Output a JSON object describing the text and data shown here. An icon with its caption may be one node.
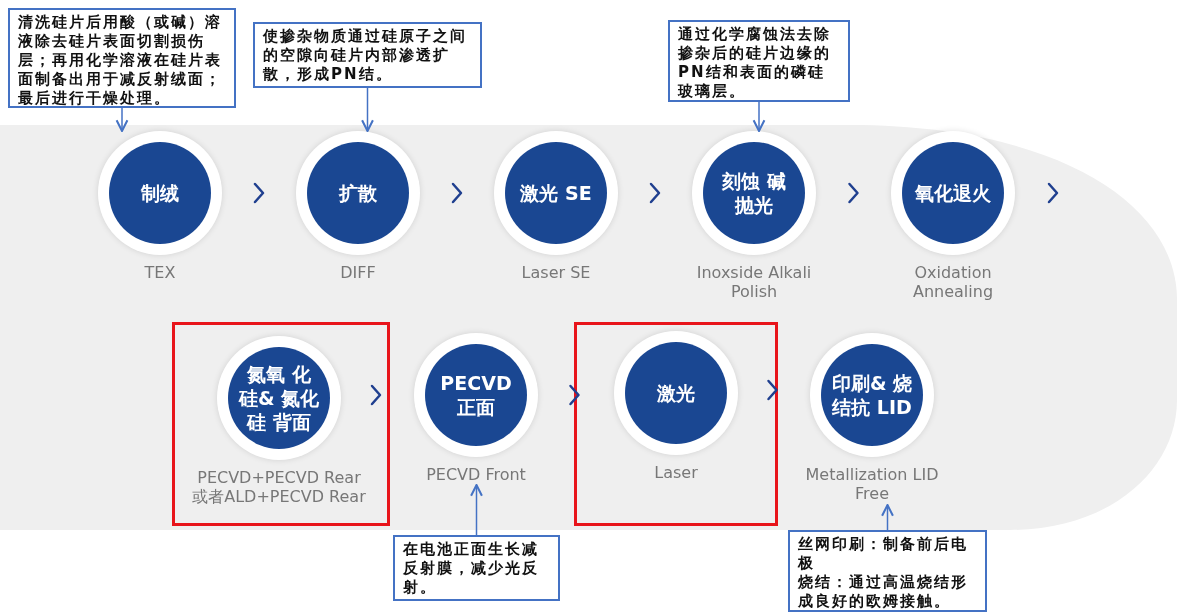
{
  "diagram": {
    "nodes": [
      {
        "text": [
          "清洗硅片后用酸（或碱）溶液除去硅片表面切割损伤层；再用化学溶液在硅片表面制备出用于减反射绒面；最后进行干燥处理。"
        ]
      },
      {
        "text": [
          "使掺杂物质通过硅原子之间的空隙向硅片内部渗透扩散，形成PN结。"
        ]
      },
      {
        "text": [
          "通过化学腐蚀法去除掺杂后的硅片边缘的PN结和表面的磷硅玻璃层。"
        ]
      },
      {
        "text": [
          "制绒"
        ],
        "beside": [
          "TEX"
        ]
      },
      {
        "text": [
          "扩散"
        ],
        "beside": [
          "DIFF"
        ]
      },
      {
        "text": [
          "激光 SE"
        ],
        "beside": [
          "Laser SE"
        ]
      },
      {
        "text": [
          "刻蚀 碱抛光"
        ],
        "beside": [
          "Inoxside Alkali Polish"
        ]
      },
      {
        "text": [
          "氧化退火"
        ],
        "beside": [
          "Oxidation Annealing"
        ]
      },
      {
        "text": [],
        "shape": "box"
      },
      {
        "text": [
          "氮氧 化硅& 氮化硅 背面"
        ],
        "beside": [
          "PECVD+PECVD Rear",
          "或者ALD+PECVD Rear"
        ],
        "in": 8
      },
      {
        "text": [
          "PECVD 正面"
        ],
        "beside": [
          "PECVD Front"
        ]
      },
      {
        "text": [],
        "shape": "box"
      },
      {
        "text": [
          "激光"
        ],
        "beside": [
          "Laser"
        ],
        "in": 11
      },
      {
        "text": [
          "印刷& 烧结抗 LID"
        ],
        "beside": [
          "Metallization LID Free"
        ]
      },
      {
        "text": [
          "在电池正面生长减反射膜，减少光反射。"
        ]
      },
      {
        "text": [
          "丝网印刷：制备前后电极",
          "烧结：通过高温烧结形成良好的欧姆接触。"
        ]
      }
    ],
    "edges": [
      {
        "from": 3,
        "to": 4,
        "arrow": "to"
      },
      {
        "from": 4,
        "to": 5,
        "arrow": "to"
      },
      {
        "from": 5,
        "to": 6,
        "arrow": "to"
      },
      {
        "from": 6,
        "to": 7,
        "arrow": "to"
      },
      {
        "from": 7,
        "to": null,
        "arrow": "to"
      },
      {
        "from": 9,
        "to": 10,
        "arrow": "to"
      },
      {
        "from": 10,
        "to": 12,
        "arrow": "to"
      },
      {
        "from": 12,
        "to": 13,
        "arrow": "to"
      },
      {
        "from": 0,
        "to": 3,
        "arrow": "to"
      },
      {
        "from": 1,
        "to": 4,
        "arrow": "to"
      },
      {
        "from": 2,
        "to": 6,
        "arrow": "to"
      },
      {
        "from": 14,
        "to": 10,
        "arrow": "to"
      },
      {
        "from": 15,
        "to": 13,
        "arrow": "to"
      }
    ]
  }
}
